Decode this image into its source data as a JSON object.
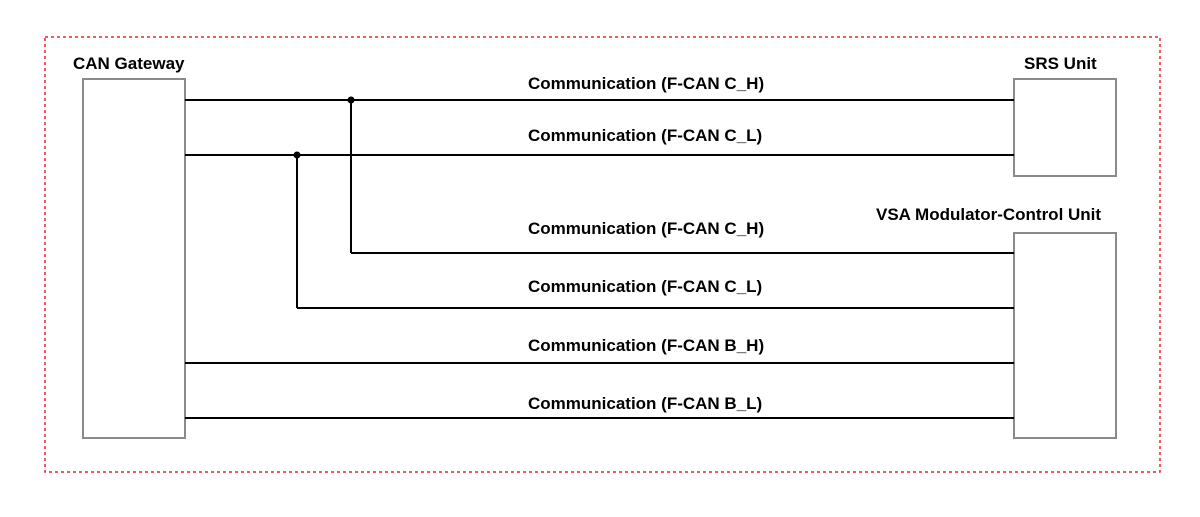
{
  "diagram": {
    "units": {
      "can_gateway": "CAN Gateway",
      "srs_unit": "SRS Unit",
      "vsa_unit": "VSA Modulator-Control Unit"
    },
    "wires": [
      {
        "label": "Communication (F-CAN C_H)"
      },
      {
        "label": "Communication (F-CAN C_L)"
      },
      {
        "label": "Communication (F-CAN C_H)"
      },
      {
        "label": "Communication (F-CAN C_L)"
      },
      {
        "label": "Communication (F-CAN B_H)"
      },
      {
        "label": "Communication (F-CAN B_L)"
      }
    ],
    "colors": {
      "frame": "#e8262b",
      "box_border": "#8a8a8a",
      "wire": "#000000"
    }
  }
}
